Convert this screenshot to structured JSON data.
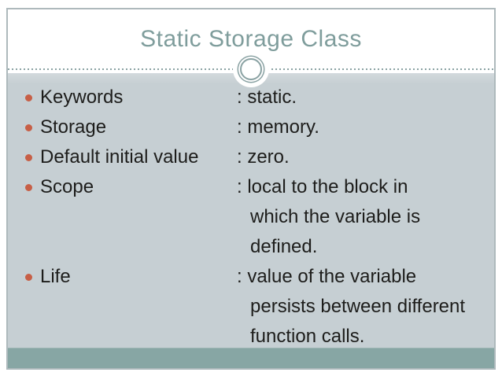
{
  "slide": {
    "title": "Static Storage Class",
    "items": [
      {
        "label": "Keywords",
        "value_lines": [
          ": static."
        ]
      },
      {
        "label": "Storage",
        "value_lines": [
          ": memory."
        ]
      },
      {
        "label": "Default initial value",
        "value_lines": [
          ": zero."
        ]
      },
      {
        "label": "Scope",
        "value_lines": [
          ": local to the block in",
          "which the variable is",
          "defined."
        ]
      },
      {
        "label": "Life",
        "value_lines": [
          ": value of the variable",
          "persists between different",
          "function calls."
        ]
      }
    ]
  },
  "icons": {
    "bullet": "round-bullet",
    "ornament": "double-circle-ornament"
  },
  "colors": {
    "page_bg": "#ffffff",
    "frame_border": "#aeb9bc",
    "title_text": "#7f9d9c",
    "dash": "#8aa2a3",
    "content_bg": "#c6cfd3",
    "footer_bar": "#87a6a4",
    "bullet": "#c75f46",
    "body_text": "#1d1d1b"
  }
}
